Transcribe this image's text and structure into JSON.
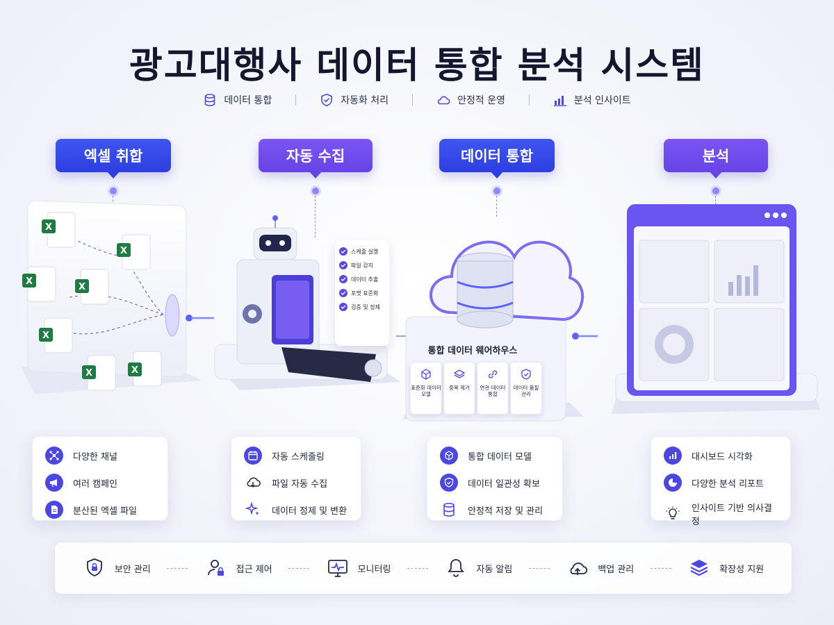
{
  "title": "광고대행사 데이터 통합 분석 시스템",
  "subnav": [
    {
      "label": "데이터 통합",
      "icon": "database-icon"
    },
    {
      "label": "자동화 처리",
      "icon": "shield-check-icon"
    },
    {
      "label": "안정적 운영",
      "icon": "cloud-icon"
    },
    {
      "label": "분석 인사이트",
      "icon": "bar-chart-icon"
    }
  ],
  "stages": [
    {
      "label": "엑셀 취합"
    },
    {
      "label": "자동 수집"
    },
    {
      "label": "데이터 통합"
    },
    {
      "label": "분석"
    }
  ],
  "checklist": [
    "스케줄 실행",
    "파일 감지",
    "데이터 추출",
    "포맷 표준화",
    "검증 및 정제"
  ],
  "warehouse": {
    "label": "통합 데이터 웨어하우스",
    "modules": [
      "표준화 데이터 모델",
      "중복 제거",
      "연관 데이터 통합",
      "데이터 품질 관리"
    ]
  },
  "cards": [
    {
      "items": [
        "다양한 채널",
        "여러 캠페인",
        "분산된 엑셀 파일"
      ]
    },
    {
      "items": [
        "자동 스케줄링",
        "파일 자동 수집",
        "데이터 정제 및 변환"
      ]
    },
    {
      "items": [
        "통합 데이터 모델",
        "데이터 일관성 확보",
        "안정적 저장 및 관리"
      ]
    },
    {
      "items": [
        "대시보드 시각화",
        "다양한 분석 리포트",
        "인사이트 기반 의사결정"
      ]
    }
  ],
  "excel_badge": "X",
  "bottom": [
    "보안 관리",
    "접근 제어",
    "모니터링",
    "자동 알림",
    "백업 관리",
    "확장성 지원"
  ],
  "colors": {
    "primary": "#3f55f0",
    "violet": "#6644e6",
    "accent": "#4b47e0"
  }
}
